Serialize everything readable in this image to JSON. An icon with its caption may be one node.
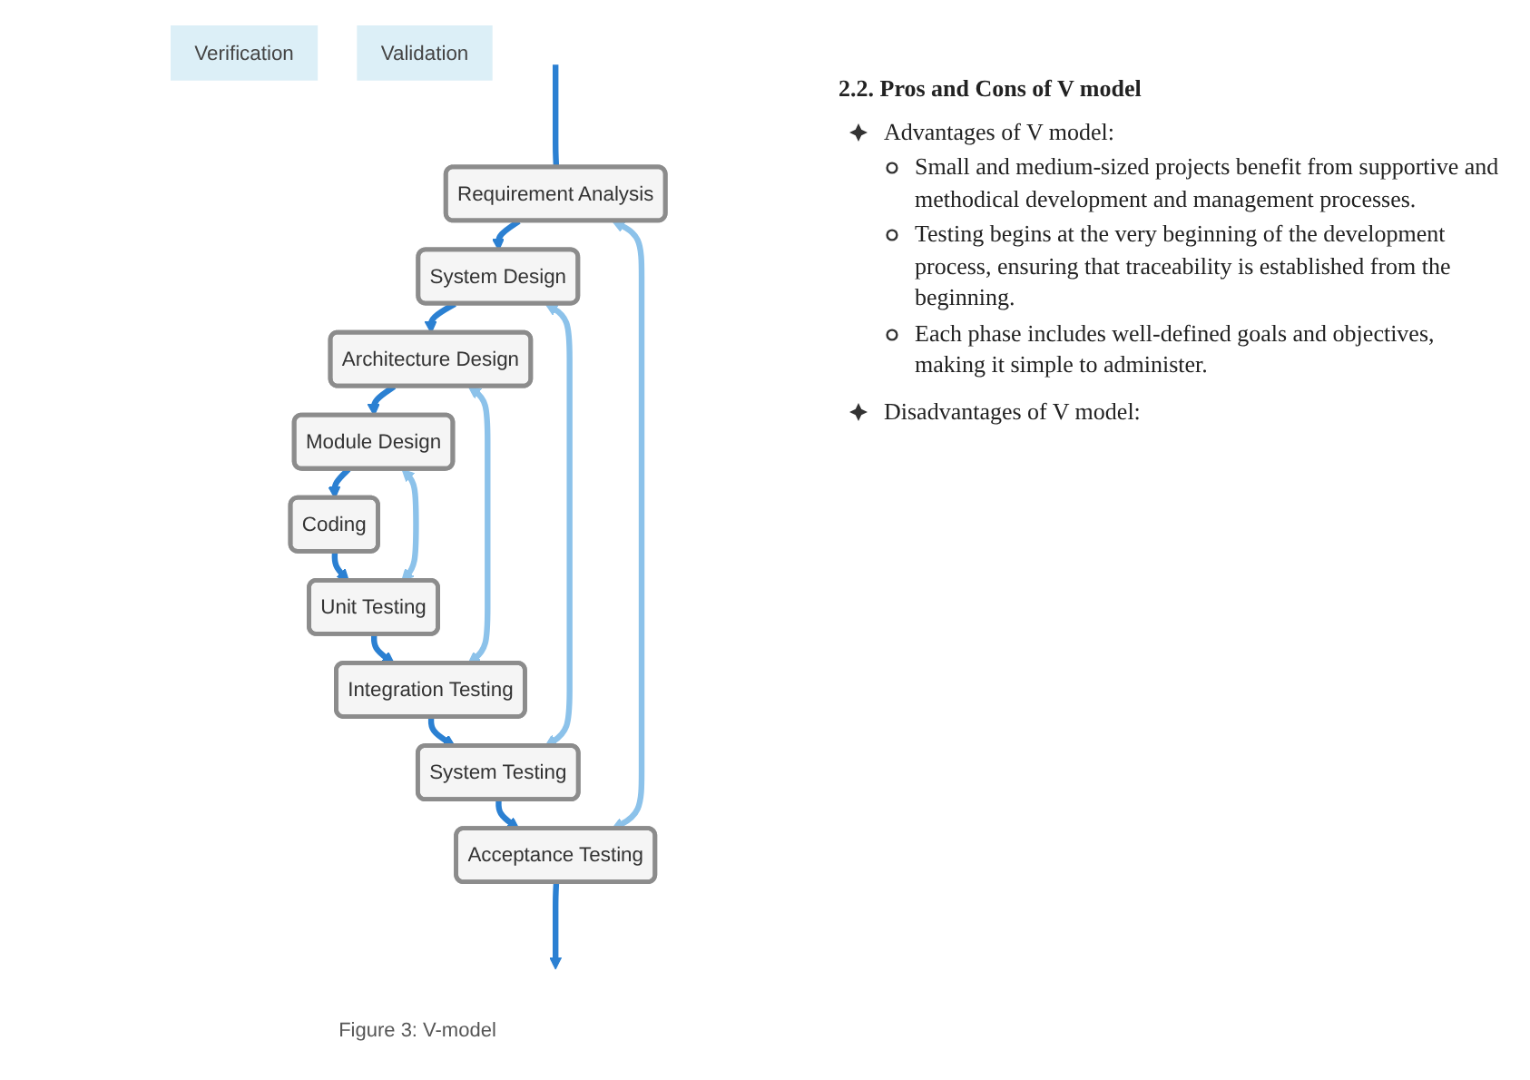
{
  "diagram": {
    "caption": "Figure 3: V-model",
    "nodes": [
      {
        "text": [
          "Verification"
        ]
      },
      {
        "text": [
          "Validation"
        ]
      },
      {
        "text": [
          "Requirement Analysis"
        ]
      },
      {
        "text": [
          "Acceptance Testing"
        ]
      },
      {
        "text": [
          "System Design"
        ]
      },
      {
        "text": [
          "System Testing"
        ]
      },
      {
        "text": [
          "Architecture Design"
        ]
      },
      {
        "text": [
          "Integration Testing"
        ]
      },
      {
        "text": [
          "Module Design"
        ]
      },
      {
        "text": [
          "Unit Testing"
        ]
      },
      {
        "text": [
          "Coding"
        ]
      }
    ],
    "edges": [
      {
        "from": null,
        "to": 2,
        "arrow": "none"
      },
      {
        "from": 2,
        "to": 4,
        "arrow": "to"
      },
      {
        "from": 4,
        "to": 6,
        "arrow": "to"
      },
      {
        "from": 6,
        "to": 8,
        "arrow": "to"
      },
      {
        "from": 8,
        "to": 10,
        "arrow": "to"
      },
      {
        "from": 10,
        "to": 9,
        "arrow": "to"
      },
      {
        "from": 9,
        "to": 7,
        "arrow": "to"
      },
      {
        "from": 7,
        "to": 5,
        "arrow": "to"
      },
      {
        "from": 5,
        "to": 3,
        "arrow": "to"
      },
      {
        "from": 3,
        "to": null,
        "arrow": "to"
      },
      {
        "from": 2,
        "to": 3,
        "arrow": "both",
        "color": "#8cc2ea"
      },
      {
        "from": 4,
        "to": 5,
        "arrow": "both",
        "color": "#8cc2ea"
      },
      {
        "from": 6,
        "to": 7,
        "arrow": "both",
        "color": "#8cc2ea"
      },
      {
        "from": 8,
        "to": 9,
        "arrow": "both",
        "color": "#8cc2ea"
      }
    ],
    "labels": [
      "2.2. Pros and Cons of V model",
      "Advantages of V model:",
      "Small and medium-sized projects benefit from supportive and methodical development and management processes.",
      "Testing begins at the very beginning of the development process, ensuring that traceability is established from the beginning.",
      "Each phase includes well-defined goals and objectives, making it simple to administer.",
      "Disadvantages of V model:"
    ]
  }
}
